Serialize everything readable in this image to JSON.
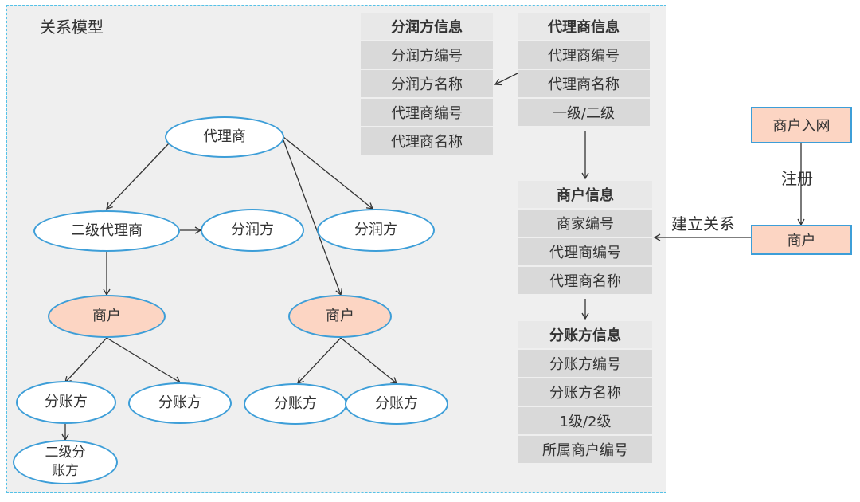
{
  "model": {
    "title": "关系模型"
  },
  "tree": {
    "agent": "代理商",
    "sub_agent": "二级代理商",
    "share_a": "分润方",
    "share_b": "分润方",
    "merchant_a": "商户",
    "merchant_b": "商户",
    "acct_a1": "分账方",
    "acct_a2": "分账方",
    "acct_a3": "二级分\n账方",
    "acct_b1": "分账方",
    "acct_b2": "分账方"
  },
  "tables": {
    "share_info": {
      "header": "分润方信息",
      "rows": [
        "分润方编号",
        "分润方名称",
        "代理商编号",
        "代理商名称"
      ]
    },
    "agent_info": {
      "header": "代理商信息",
      "rows": [
        "代理商编号",
        "代理商名称",
        "一级/二级"
      ]
    },
    "merchant_info": {
      "header": "商户信息",
      "rows": [
        "商家编号",
        "代理商编号",
        "代理商名称"
      ]
    },
    "acct_info": {
      "header": "分账方信息",
      "rows": [
        "分账方编号",
        "分账方名称",
        "1级/2级",
        "所属商户编号"
      ]
    }
  },
  "flow": {
    "onboard": "商户入网",
    "register": "注册",
    "merchant": "商户",
    "relate": "建立关系"
  },
  "colors": {
    "border": "#3d9ed8",
    "merchant_fill": "#fcd5c3",
    "frame_border": "#55c2e8"
  }
}
